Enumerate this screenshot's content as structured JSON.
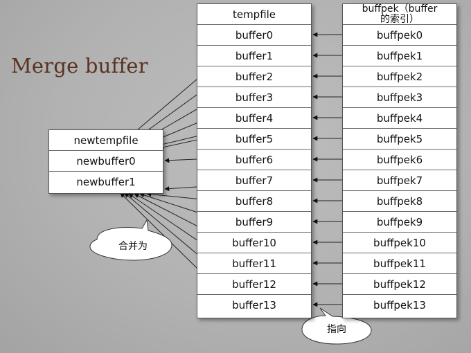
{
  "title": "Merge buffer",
  "temp_file": {
    "header": "tempfile",
    "buffers": [
      "buffer0",
      "buffer1",
      "buffer2",
      "buffer3",
      "buffer4",
      "buffer5",
      "buffer6",
      "buffer7",
      "buffer8",
      "buffer9",
      "buffer10",
      "buffer11",
      "buffer12",
      "buffer13"
    ]
  },
  "index": {
    "header_line1": "buffpek（buffer",
    "header_line2": "的索引）",
    "entries": [
      "buffpek0",
      "buffpek1",
      "buffpek2",
      "buffpek3",
      "buffpek4",
      "buffpek5",
      "buffpek6",
      "buffpek7",
      "buffpek8",
      "buffpek9",
      "buffpek10",
      "buffpek11",
      "buffpek12",
      "buffpek13"
    ]
  },
  "new_temp_file": {
    "header": "newtempfile",
    "buffers": [
      "newbuffer0",
      "newbuffer1"
    ]
  },
  "callouts": {
    "merge": "合并为",
    "points_to": "指向"
  }
}
